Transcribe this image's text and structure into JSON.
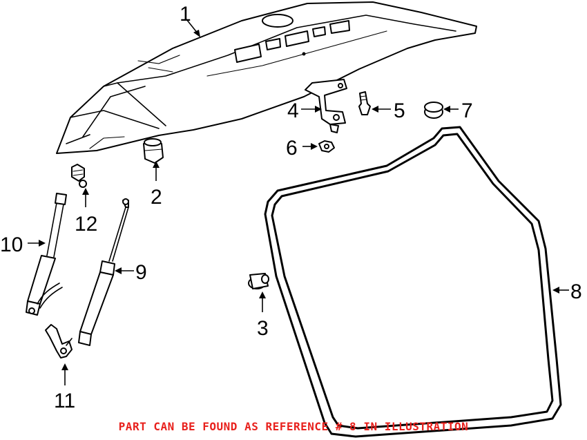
{
  "callouts": {
    "c1": "1",
    "c2": "2",
    "c3": "3",
    "c4": "4",
    "c5": "5",
    "c6": "6",
    "c7": "7",
    "c8": "8",
    "c9": "9",
    "c10": "10",
    "c11": "11",
    "c12": "12"
  },
  "note": "PART CAN BE FOUND AS REFERENCE # 8 IN ILLUSTRATION",
  "colors": {
    "note": "#e8211d",
    "line": "#000000",
    "background": "#ffffff"
  }
}
